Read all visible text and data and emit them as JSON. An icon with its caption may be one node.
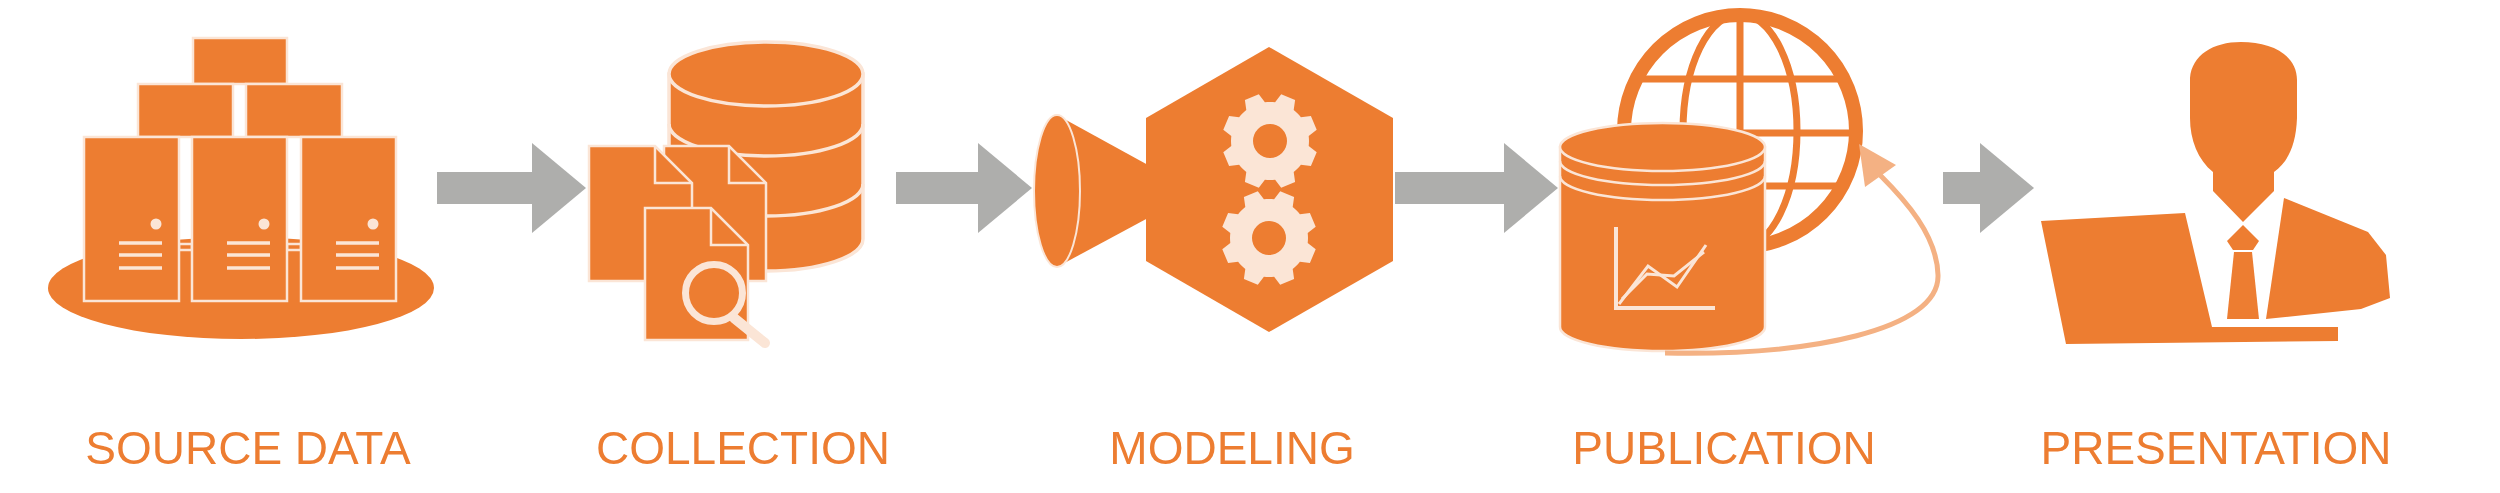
{
  "diagram": {
    "nodes": [
      {
        "text": [
          "SOURCE DATA"
        ]
      },
      {
        "text": [
          "COLLECTION"
        ]
      },
      {
        "text": [
          "MODELING"
        ]
      },
      {
        "text": [
          "PUBLICATION"
        ]
      },
      {
        "text": [
          "PRESENTATION"
        ]
      }
    ],
    "edges": [
      {
        "from": 0,
        "to": 1,
        "arrow": "to"
      },
      {
        "from": 1,
        "to": 2,
        "arrow": "to"
      },
      {
        "from": 2,
        "to": 3,
        "arrow": "to"
      },
      {
        "from": 3,
        "to": 4,
        "arrow": "to"
      }
    ]
  }
}
